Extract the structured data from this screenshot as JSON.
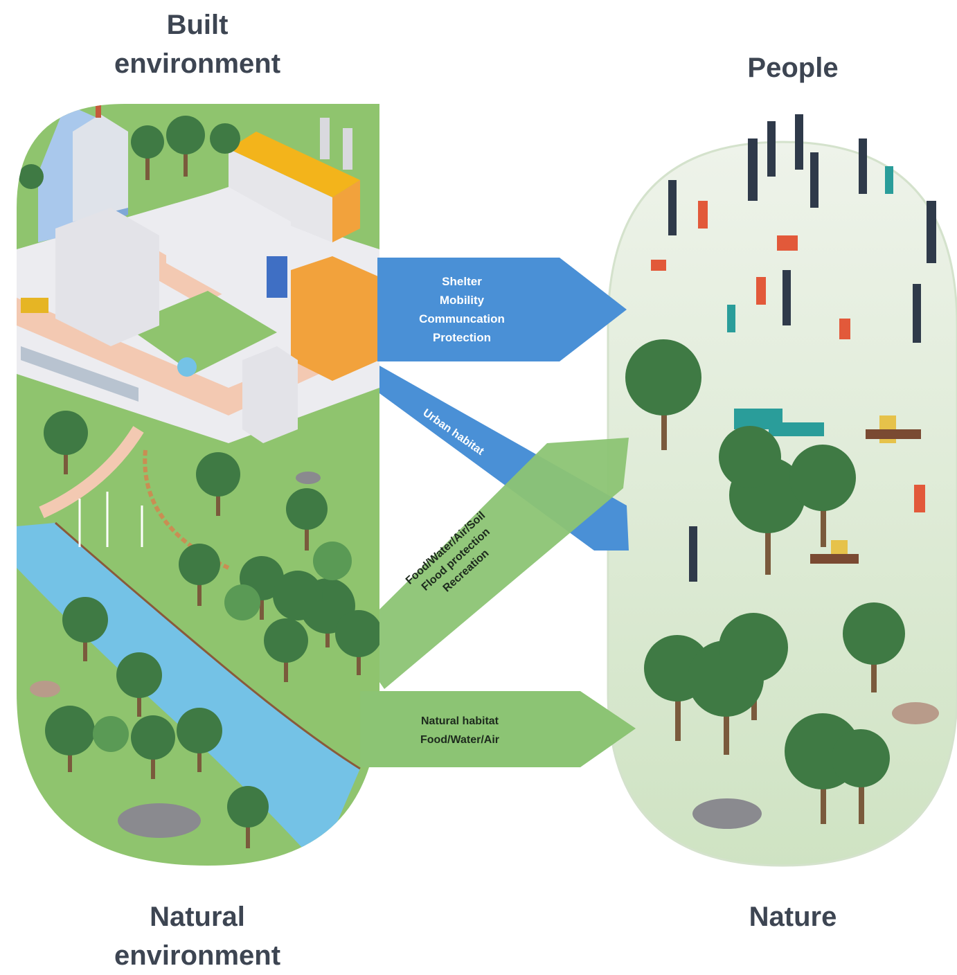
{
  "headings": {
    "built_line1": "Built",
    "built_line2": "environment",
    "people": "People",
    "natural_line1": "Natural",
    "natural_line2": "environment",
    "nature": "Nature"
  },
  "arrows": {
    "built_to_people": {
      "lines": [
        "Shelter",
        "Mobility",
        "Communcation",
        "Protection"
      ],
      "color": "#4a90d6"
    },
    "built_to_nature": {
      "label": "Urban habitat",
      "color": "#4a90d6"
    },
    "natural_to_people": {
      "lines": [
        "Food/Water/Air/Soil",
        "Flood protection",
        "Recreation"
      ],
      "color": "#8cc474"
    },
    "natural_to_nature": {
      "lines": [
        "Natural habitat",
        "Food/Water/Air"
      ],
      "color": "#8cc474"
    }
  },
  "colors": {
    "heading_text": "#3d4552",
    "left_panel_grass": "#8fc46e",
    "right_panel": "#dde9d6",
    "river": "#74c2e6",
    "tree_dark": "#3f7a44",
    "tree_mid": "#5a9a55",
    "building": "#e9e9ee",
    "road": "#f3c9b2"
  }
}
